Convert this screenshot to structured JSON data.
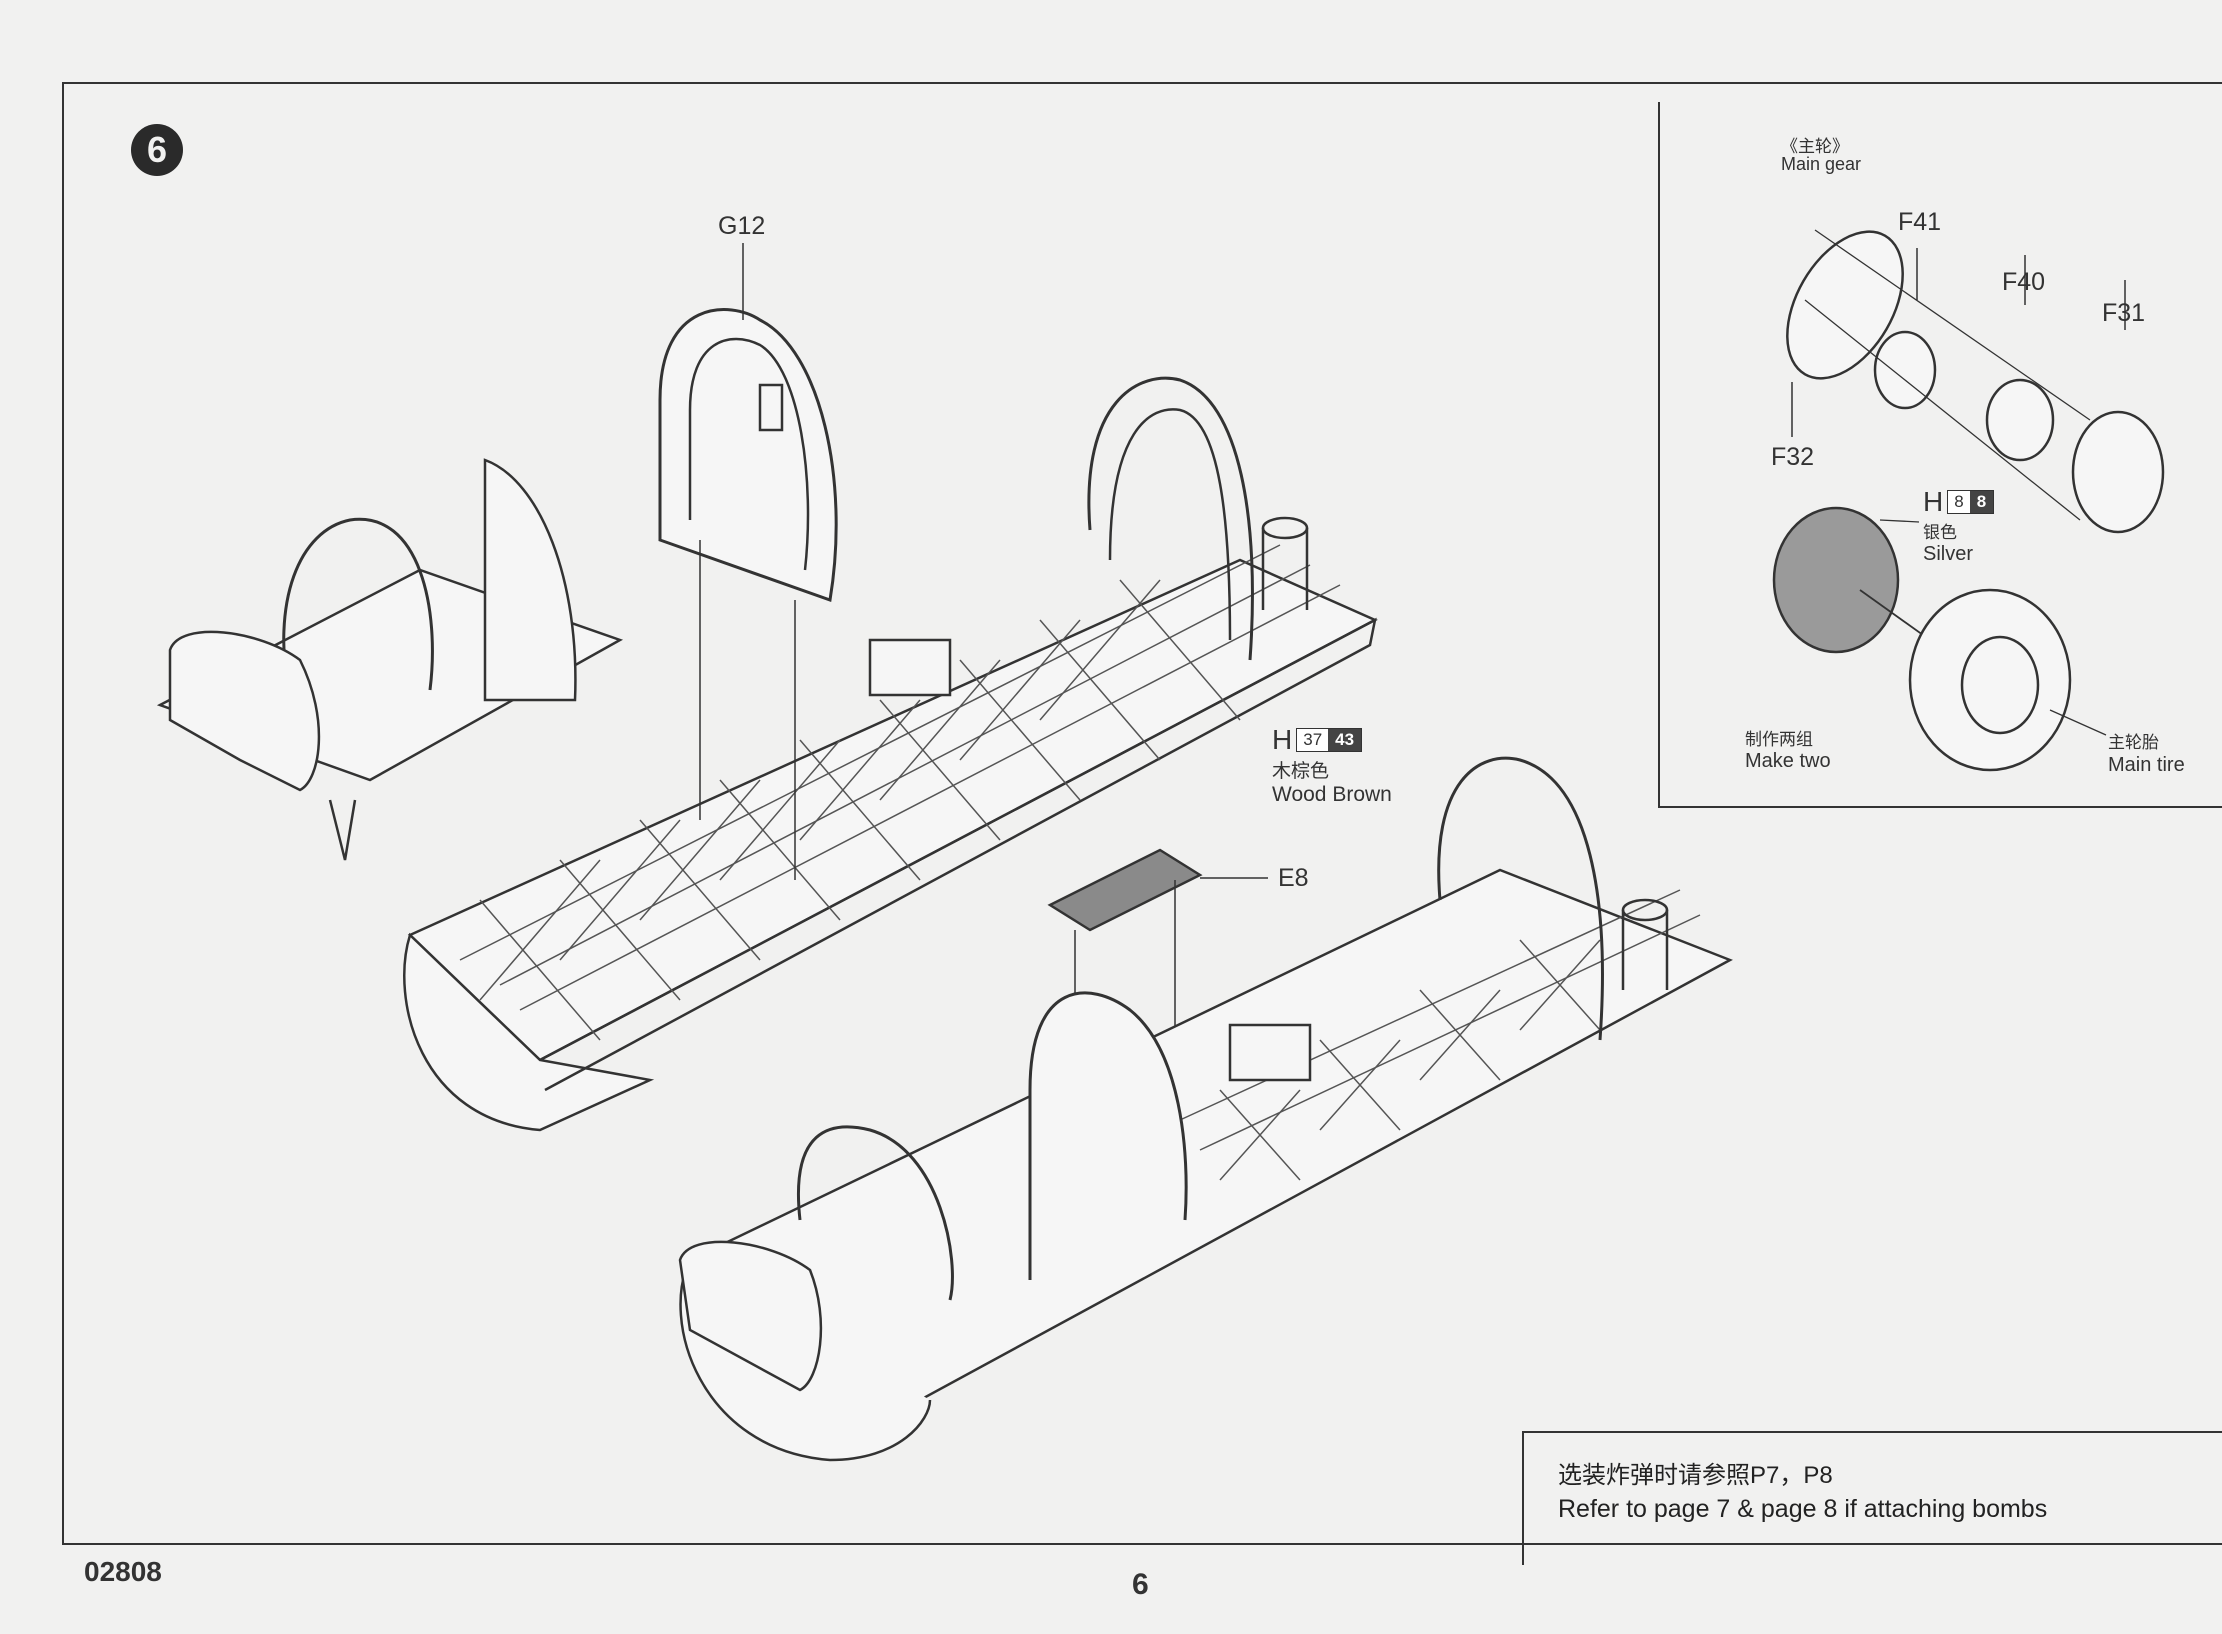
{
  "step": {
    "number": "6"
  },
  "main": {
    "part_g12": "G12",
    "part_e8": "E8",
    "paint": {
      "prefix": "H",
      "code1": "37",
      "code2": "43",
      "name_cn": "木棕色",
      "name_en": "Wood Brown"
    }
  },
  "inset": {
    "title_cn": "《主轮》",
    "title_en": "Main gear",
    "parts": {
      "f41": "F41",
      "f40": "F40",
      "f31": "F31",
      "f32": "F32"
    },
    "paint": {
      "prefix": "H",
      "code1": "8",
      "code2": "8",
      "name_cn": "银色",
      "name_en": "Silver"
    },
    "make_two_cn": "制作两组",
    "make_two_en": "Make two",
    "tire_cn": "主轮胎",
    "tire_en": "Main tire"
  },
  "note": {
    "line_cn": "选装炸弹时请参照P7，P8",
    "line_en": "Refer to page 7 & page 8 if attaching bombs"
  },
  "footer": {
    "kit_number": "02808",
    "page_number": "6"
  },
  "colors": {
    "ink": "#333333",
    "paper": "#f1f1f0",
    "paint_dark": "#444444"
  }
}
